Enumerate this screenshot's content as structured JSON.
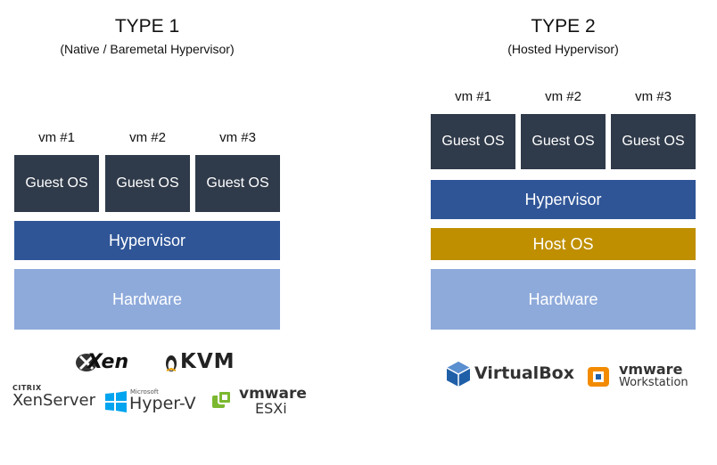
{
  "type1": {
    "title": "TYPE 1",
    "subtitle": "(Native / Baremetal Hypervisor)",
    "vms": [
      {
        "label": "vm #1",
        "os": "Guest OS"
      },
      {
        "label": "vm #2",
        "os": "Guest OS"
      },
      {
        "label": "vm #3",
        "os": "Guest OS"
      }
    ],
    "hypervisor": "Hypervisor",
    "hardware": "Hardware",
    "logos": {
      "xen": "Xen",
      "kvm": "KVM",
      "citrix": "CITRIX",
      "xenserver": "XenServer",
      "microsoft": "Microsoft",
      "hyperv": "Hyper-V",
      "vmware": "vmware",
      "esxi": "ESXi"
    }
  },
  "type2": {
    "title": "TYPE 2",
    "subtitle": "(Hosted Hypervisor)",
    "vms": [
      {
        "label": "vm #1",
        "os": "Guest OS"
      },
      {
        "label": "vm #2",
        "os": "Guest OS"
      },
      {
        "label": "vm #3",
        "os": "Guest OS"
      }
    ],
    "hypervisor": "Hypervisor",
    "hostos": "Host OS",
    "hardware": "Hardware",
    "logos": {
      "virtualbox": "VirtualBox",
      "vmware": "vmware",
      "workstation": "Workstation"
    }
  },
  "colors": {
    "guest_os": "#2f3a4a",
    "hypervisor": "#2f5597",
    "host_os": "#bf8f00",
    "hardware": "#8eaadb"
  }
}
